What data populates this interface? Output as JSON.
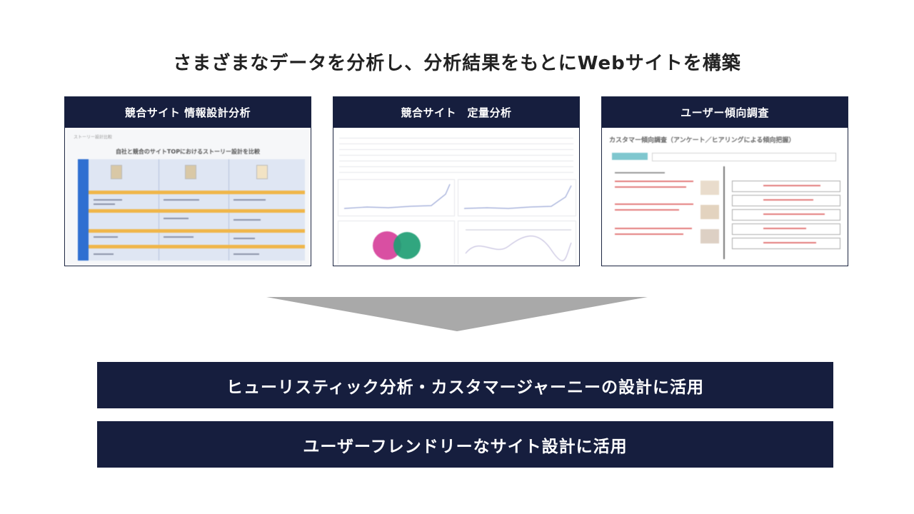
{
  "headline": "さまざまなデータを分析し、分析結果をもとにWebサイトを構築",
  "cards": [
    {
      "title": "競合サイト 情報設計分析",
      "thumbnail_heading": "自社と競合のサイトTOPにおけるストーリー設計を比較",
      "thumbnail_tab": "ストーリー設計比較"
    },
    {
      "title": "競合サイト　定量分析"
    },
    {
      "title": "ユーザー傾向調査",
      "thumbnail_heading": "カスタマー傾向調査（アンケート／ヒアリングによる傾向把握）"
    }
  ],
  "results": [
    "ヒューリスティック分析・カスタマージャーニーの設計に活用",
    "ユーザーフレンドリーなサイト設計に活用"
  ],
  "colors": {
    "navy": "#161e3e",
    "arrow": "#a9a9a9",
    "accent_orange": "#f0b64a",
    "accent_blue": "#2f6fd1",
    "venn_pink": "#d94fa2",
    "venn_green": "#1f9e74"
  }
}
